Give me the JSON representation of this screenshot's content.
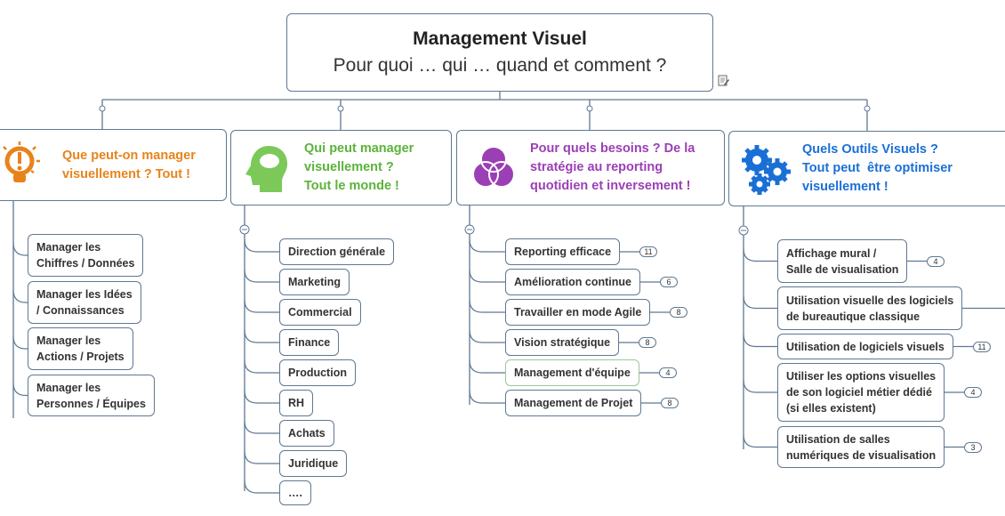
{
  "root": {
    "title": "Management Visuel",
    "subtitle": "Pour quoi … qui  … quand et comment ?",
    "note_icon": "note-icon"
  },
  "branches": [
    {
      "label": "Que peut-on manager\nvisuellement ? Tout !",
      "color": "#e8831c",
      "icon": "lightbulb-icon",
      "children": [
        {
          "label": "Manager les\nChiffres / Données"
        },
        {
          "label": "Manager les Idées\n/ Connaissances"
        },
        {
          "label": "Manager les\nActions / Projets"
        },
        {
          "label": "Manager les\nPersonnes / Équipes"
        }
      ]
    },
    {
      "label": "Qui peut manager\nvisuellement ?\nTout le monde !",
      "color": "#5bb33a",
      "icon": "head-icon",
      "children": [
        {
          "label": "Direction générale"
        },
        {
          "label": "Marketing"
        },
        {
          "label": "Commercial"
        },
        {
          "label": "Finance"
        },
        {
          "label": "Production"
        },
        {
          "label": "RH"
        },
        {
          "label": "Achats"
        },
        {
          "label": "Juridique"
        },
        {
          "label": "…."
        }
      ]
    },
    {
      "label": "Pour quels besoins ? De la\nstratégie au reporting\nquotidien et inversement !",
      "color": "#9b3fb5",
      "icon": "venn-icon",
      "children": [
        {
          "label": "Reporting efficace",
          "count": "11"
        },
        {
          "label": "Amélioration continue",
          "count": "6"
        },
        {
          "label": "Travailler en mode Agile",
          "count": "8"
        },
        {
          "label": "Vision stratégique",
          "count": "8"
        },
        {
          "label": "Management d'équipe",
          "count": "4"
        },
        {
          "label": "Management de Projet",
          "count": "8"
        }
      ]
    },
    {
      "label": "Quels Outils Visuels ?\nTout peut  être optimiser\nvisuellement !",
      "color": "#1a6fd6",
      "icon": "gears-icon",
      "children": [
        {
          "label": "Affichage mural /\nSalle de visualisation",
          "count": "4"
        },
        {
          "label": "Utilisation visuelle des logiciels\nde bureautique classique"
        },
        {
          "label": "Utilisation de logiciels visuels",
          "count": "11"
        },
        {
          "label": "Utiliser les options visuelles\nde son logiciel métier dédié\n(si elles existent)",
          "count": "4"
        },
        {
          "label": "Utilisation de salles\nnumériques de visualisation",
          "count": "3"
        }
      ]
    }
  ]
}
